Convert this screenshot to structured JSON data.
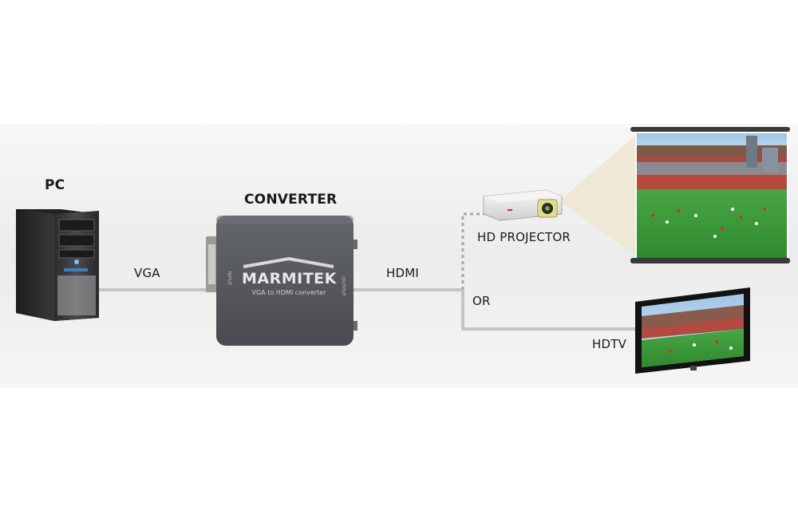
{
  "labels": {
    "pc": "PC",
    "converter": "CONVERTER",
    "vga": "VGA",
    "hdmi": "HDMI",
    "hd_projector": "HD PROJECTOR",
    "or": "OR",
    "hdtv": "HDTV"
  },
  "converter_device": {
    "brand": "MARMITEK",
    "subtitle": "VGA to HDMI converter",
    "input_label": "INPUT",
    "output_label": "OUTPUT"
  },
  "colors": {
    "cable": "#c4c4c4",
    "dashed_link": "#a8a8a8",
    "converter_body": "#55585d",
    "light_beam": "#ede6cf",
    "grass": "#3d9b3a"
  }
}
